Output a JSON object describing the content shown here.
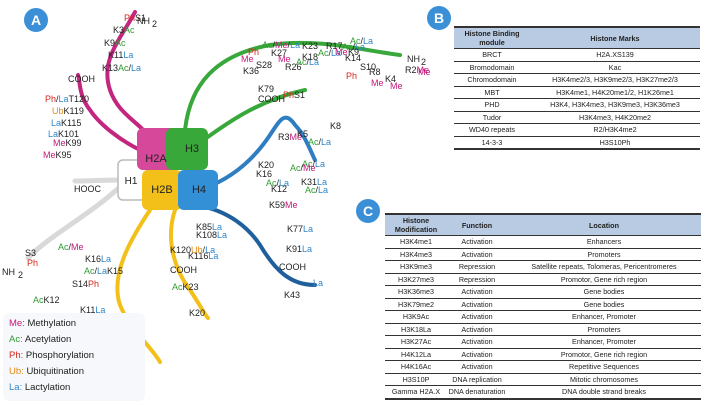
{
  "panels": {
    "a": "A",
    "b": "B",
    "c": "C"
  },
  "legend": [
    {
      "abbr": "Me:",
      "name": "Methylation",
      "color": "#c2187a"
    },
    {
      "abbr": "Ac:",
      "name": "Acetylation",
      "color": "#2e9c2e"
    },
    {
      "abbr": "Ph:",
      "name": "Phosphorylation",
      "color": "#d6271d"
    },
    {
      "abbr": "Ub:",
      "name": "Ubiquitination",
      "color": "#e58a12"
    },
    {
      "abbr": "La:",
      "name": "Lactylation",
      "color": "#2f86c8"
    }
  ],
  "colors": {
    "H2A": "#d6489a",
    "H3": "#39a83a",
    "H2B": "#f2c019",
    "H4": "#3390d6",
    "H1": "#e2e2e2"
  },
  "histones": {
    "H2A": "H2A",
    "H3": "H3",
    "H2B": "H2B",
    "H4": "H4",
    "H1": "H1"
  },
  "diagram_labels": [
    {
      "segs": [
        [
          "Ph",
          "#d6271d"
        ],
        [
          "S1",
          "#222"
        ]
      ]
    },
    {
      "segs": [
        [
          "NH",
          "#222"
        ]
      ]
    },
    {
      "segs": [
        [
          "2",
          "#222"
        ]
      ]
    },
    {
      "segs": [
        [
          "K3",
          "#222"
        ],
        [
          "Ac",
          "#2e9c2e"
        ]
      ]
    },
    {
      "segs": [
        [
          "K9",
          "#222"
        ],
        [
          "Ac",
          "#2e9c2e"
        ]
      ]
    },
    {
      "segs": [
        [
          "K11",
          "#222"
        ],
        [
          "La",
          "#2f86c8"
        ]
      ]
    },
    {
      "segs": [
        [
          "K13",
          "#222"
        ],
        [
          "Ac",
          "#2e9c2e"
        ],
        [
          "/",
          "#222"
        ],
        [
          "La",
          "#2f86c8"
        ]
      ]
    },
    {
      "segs": [
        [
          "COOH",
          "#222"
        ]
      ]
    },
    {
      "segs": [
        [
          "Ph",
          "#d6271d"
        ],
        [
          "/",
          "#222"
        ],
        [
          "La",
          "#2f86c8"
        ],
        [
          "T120",
          "#222"
        ]
      ]
    },
    {
      "segs": [
        [
          "Ub",
          "#e58a12"
        ],
        [
          "K119",
          "#222"
        ]
      ]
    },
    {
      "segs": [
        [
          "La",
          "#2f86c8"
        ],
        [
          "K115",
          "#222"
        ]
      ]
    },
    {
      "segs": [
        [
          "La",
          "#2f86c8"
        ],
        [
          "K101",
          "#222"
        ]
      ]
    },
    {
      "segs": [
        [
          "Me",
          "#c2187a"
        ],
        [
          "K99",
          "#222"
        ]
      ]
    },
    {
      "segs": [
        [
          "Me",
          "#c2187a"
        ],
        [
          "K95",
          "#222"
        ]
      ]
    },
    {
      "segs": [
        [
          "HOOC",
          "#222"
        ]
      ]
    },
    {
      "segs": [
        [
          "S3",
          "#222"
        ]
      ]
    },
    {
      "segs": [
        [
          "Ph",
          "#d6271d"
        ]
      ]
    },
    {
      "segs": [
        [
          "NH",
          "#222"
        ]
      ]
    },
    {
      "segs": [
        [
          "2",
          "#222"
        ]
      ]
    },
    {
      "segs": [
        [
          "Me",
          "#c2187a"
        ]
      ]
    },
    {
      "segs": [
        [
          "K36",
          "#222"
        ]
      ]
    },
    {
      "segs": [
        [
          "Ph",
          "#d6271d"
        ]
      ]
    },
    {
      "segs": [
        [
          "S28",
          "#222"
        ]
      ]
    },
    {
      "segs": [
        [
          "Ac",
          "#2e9c2e"
        ],
        [
          "/",
          "#222"
        ],
        [
          "Me",
          "#c2187a"
        ],
        [
          "/",
          "#222"
        ],
        [
          "La",
          "#2f86c8"
        ]
      ]
    },
    {
      "segs": [
        [
          "K27",
          "#222"
        ]
      ]
    },
    {
      "segs": [
        [
          "Me",
          "#c2187a"
        ]
      ]
    },
    {
      "segs": [
        [
          "R26",
          "#222"
        ]
      ]
    },
    {
      "segs": [
        [
          "Ac",
          "#2e9c2e"
        ],
        [
          "/",
          "#222"
        ],
        [
          "La",
          "#2f86c8"
        ]
      ]
    },
    {
      "segs": [
        [
          "Ac",
          "#2e9c2e"
        ],
        [
          "/",
          "#222"
        ],
        [
          "La",
          "#2f86c8"
        ]
      ]
    },
    {
      "segs": [
        [
          "K18",
          "#222"
        ]
      ]
    },
    {
      "segs": [
        [
          "K23",
          "#222"
        ]
      ]
    },
    {
      "segs": [
        [
          "R17",
          "#222"
        ]
      ]
    },
    {
      "segs": [
        [
          "Me",
          "#c2187a"
        ]
      ]
    },
    {
      "segs": [
        [
          "Ac",
          "#2e9c2e"
        ],
        [
          "/",
          "#222"
        ],
        [
          "La",
          "#2f86c8"
        ]
      ]
    },
    {
      "segs": [
        [
          "K14",
          "#222"
        ]
      ]
    },
    {
      "segs": [
        [
          "Ac",
          "#2e9c2e"
        ],
        [
          "/",
          "#222"
        ],
        [
          "La",
          "#2f86c8"
        ]
      ]
    },
    {
      "segs": [
        [
          "K9",
          "#222"
        ]
      ]
    },
    {
      "segs": [
        [
          "S10",
          "#222"
        ]
      ]
    },
    {
      "segs": [
        [
          "Ph",
          "#d6271d"
        ]
      ]
    },
    {
      "segs": [
        [
          "R8",
          "#222"
        ]
      ]
    },
    {
      "segs": [
        [
          "Me",
          "#c2187a"
        ]
      ]
    },
    {
      "segs": [
        [
          "K4",
          "#222"
        ]
      ]
    },
    {
      "segs": [
        [
          "Me",
          "#c2187a"
        ]
      ]
    },
    {
      "segs": [
        [
          "NH",
          "#222"
        ]
      ]
    },
    {
      "segs": [
        [
          "2",
          "#222"
        ]
      ]
    },
    {
      "segs": [
        [
          "R2",
          "#222"
        ],
        [
          "Me",
          "#c2187a"
        ]
      ]
    },
    {
      "segs": [
        [
          "Me",
          "#c2187a"
        ]
      ]
    },
    {
      "segs": [
        [
          "K79",
          "#222"
        ]
      ]
    },
    {
      "segs": [
        [
          "COOH",
          "#222"
        ]
      ]
    },
    {
      "segs": [
        [
          "Ph",
          "#d6271d"
        ],
        [
          "S1",
          "#222"
        ]
      ]
    },
    {
      "segs": [
        [
          "R3",
          "#222"
        ],
        [
          "Me",
          "#c2187a"
        ]
      ]
    },
    {
      "segs": [
        [
          "Ac",
          "#2e9c2e"
        ],
        [
          "/",
          "#222"
        ],
        [
          "La",
          "#2f86c8"
        ]
      ]
    },
    {
      "segs": [
        [
          "K5",
          "#222"
        ]
      ]
    },
    {
      "segs": [
        [
          "K8",
          "#222"
        ]
      ]
    },
    {
      "segs": [
        [
          "Ac",
          "#2e9c2e"
        ],
        [
          "/",
          "#222"
        ],
        [
          "La",
          "#2f86c8"
        ]
      ]
    },
    {
      "segs": [
        [
          "Ac",
          "#2e9c2e"
        ],
        [
          "/",
          "#222"
        ],
        [
          "Me",
          "#c2187a"
        ]
      ]
    },
    {
      "segs": [
        [
          "K20",
          "#222"
        ]
      ]
    },
    {
      "segs": [
        [
          "K16",
          "#222"
        ]
      ]
    },
    {
      "segs": [
        [
          "Ac",
          "#2e9c2e"
        ],
        [
          "/",
          "#222"
        ],
        [
          "La",
          "#2f86c8"
        ]
      ]
    },
    {
      "segs": [
        [
          "K12",
          "#222"
        ]
      ]
    },
    {
      "segs": [
        [
          "Ac",
          "#2e9c2e"
        ],
        [
          "/",
          "#222"
        ],
        [
          "La",
          "#2f86c8"
        ]
      ]
    },
    {
      "segs": [
        [
          "K31",
          "#222"
        ],
        [
          "La",
          "#2f86c8"
        ]
      ]
    },
    {
      "segs": [
        [
          "K59",
          "#222"
        ],
        [
          "Me",
          "#c2187a"
        ]
      ]
    },
    {
      "segs": [
        [
          "K77",
          "#222"
        ],
        [
          "La",
          "#2f86c8"
        ]
      ]
    },
    {
      "segs": [
        [
          "K91",
          "#222"
        ],
        [
          "La",
          "#2f86c8"
        ]
      ]
    },
    {
      "segs": [
        [
          "COOH",
          "#222"
        ]
      ]
    },
    {
      "segs": [
        [
          "K43",
          "#222"
        ]
      ]
    },
    {
      "segs": [
        [
          "La",
          "#2f86c8"
        ]
      ]
    },
    {
      "segs": [
        [
          "K85",
          "#222"
        ],
        [
          "La",
          "#2f86c8"
        ]
      ]
    },
    {
      "segs": [
        [
          "K108",
          "#222"
        ],
        [
          "La",
          "#2f86c8"
        ]
      ]
    },
    {
      "segs": [
        [
          "K116",
          "#222"
        ],
        [
          "La",
          "#2f86c8"
        ]
      ]
    },
    {
      "segs": [
        [
          "K120",
          "#222"
        ],
        [
          "Ub",
          "#e58a12"
        ],
        [
          "/",
          "#222"
        ],
        [
          "La",
          "#2f86c8"
        ]
      ]
    },
    {
      "segs": [
        [
          "COOH",
          "#222"
        ]
      ]
    },
    {
      "segs": [
        [
          "Ac",
          "#2e9c2e"
        ],
        [
          "K23",
          "#222"
        ]
      ]
    },
    {
      "segs": [
        [
          "K20",
          "#222"
        ]
      ]
    },
    {
      "segs": [
        [
          "Ac",
          "#2e9c2e"
        ],
        [
          "/",
          "#222"
        ],
        [
          "Me",
          "#c2187a"
        ]
      ]
    },
    {
      "segs": [
        [
          "K16",
          "#222"
        ],
        [
          "La",
          "#2f86c8"
        ]
      ]
    },
    {
      "segs": [
        [
          "Ac",
          "#2e9c2e"
        ],
        [
          "/",
          "#222"
        ],
        [
          "La",
          "#2f86c8"
        ],
        [
          "K15",
          "#222"
        ]
      ]
    },
    {
      "segs": [
        [
          "S14",
          "#222"
        ],
        [
          "Ph",
          "#d6271d"
        ]
      ]
    },
    {
      "segs": [
        [
          "Ac",
          "#2e9c2e"
        ],
        [
          "K12",
          "#222"
        ]
      ]
    },
    {
      "segs": [
        [
          "K11",
          "#222"
        ],
        [
          "La",
          "#2f86c8"
        ]
      ]
    },
    {
      "segs": [
        [
          "Ac",
          "#2e9c2e"
        ],
        [
          "/",
          "#222"
        ],
        [
          "La",
          "#2f86c8"
        ],
        [
          "K5",
          "#222"
        ]
      ]
    },
    {
      "segs": [
        [
          "NH",
          "#222"
        ]
      ]
    },
    {
      "segs": [
        [
          "2",
          "#222"
        ]
      ]
    }
  ],
  "table_b": {
    "headers": [
      "Histone Binding module",
      "Histone Marks"
    ],
    "rows": [
      [
        "BRCT",
        "H2A.XS139"
      ],
      [
        "Bromodomain",
        "Kac"
      ],
      [
        "Chromodomain",
        "H3K4me2/3, H3K9me2/3, H3K27me2/3"
      ],
      [
        "MBT",
        "H3K4me1, H4K20me1/2, H1K26me1"
      ],
      [
        "PHD",
        "H3K4, H3K4me3, H3K9me3, H3K36me3"
      ],
      [
        "Tudor",
        "H3K4me3, H4K20me2"
      ],
      [
        "WD40 repeats",
        "R2/H3K4me2"
      ],
      [
        "14-3-3",
        "H3S10Ph"
      ]
    ]
  },
  "table_c": {
    "headers": [
      "Histone Modification",
      "Function",
      "Location"
    ],
    "rows": [
      [
        "H3K4me1",
        "Activation",
        "Enhancers"
      ],
      [
        "H3K4me3",
        "Activation",
        "Promoters"
      ],
      [
        "H3K9me3",
        "Repression",
        "Satellite repeats, Tolomeras, Pericentromeres"
      ],
      [
        "H3K27me3",
        "Repression",
        "Promotor, Gene rich region"
      ],
      [
        "H3K36me3",
        "Activation",
        "Gene bodies"
      ],
      [
        "H3K79me2",
        "Activation",
        "Gene bodies"
      ],
      [
        "H3K9Ac",
        "Activation",
        "Enhancer, Promoter"
      ],
      [
        "H3K18La",
        "Activation",
        "Promoters"
      ],
      [
        "H3K27Ac",
        "Activation",
        "Enhancer, Promoter"
      ],
      [
        "H4K12La",
        "Activation",
        "Promotor, Gene rich region"
      ],
      [
        "H4K16Ac",
        "Activation",
        "Repetitive Sequences"
      ],
      [
        "H3S10P",
        "DNA replication",
        "Mitotic chromosomes"
      ],
      [
        "Gamma H2A.X",
        "DNA denaturation",
        "DNA double strand breaks"
      ]
    ]
  }
}
